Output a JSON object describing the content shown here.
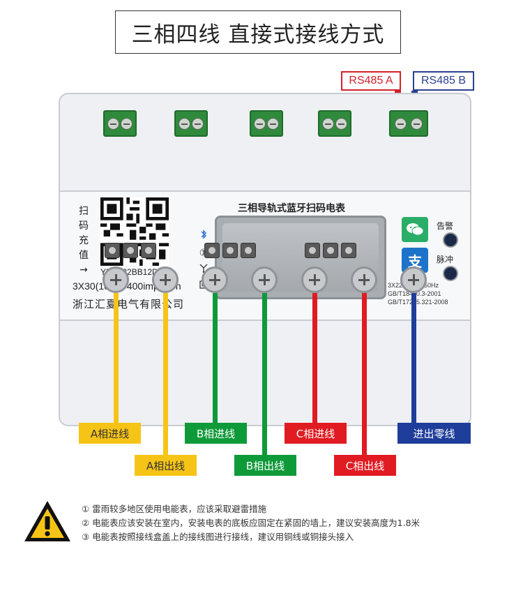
{
  "title": "三相四线 直接式接线方式",
  "rs485": {
    "a": "RS485 A",
    "b": "RS485 B"
  },
  "meter": {
    "scan_text": [
      "扫",
      "码",
      "充",
      "值"
    ],
    "scan_arrow": "→",
    "code_id": "YM0022BB12D1",
    "rating": "3X30(100)A  400imp/kWh",
    "maker": "浙江汇夏电气有限公司",
    "name": "三相导轨式蓝牙扫码电表",
    "led_alarm": "告警",
    "led_pulse": "脉冲",
    "specs": [
      "3X220/380V  50Hz",
      "GB/T18460.3-2001",
      "GB/T17215.321-2008"
    ],
    "alipay_glyph": "支"
  },
  "wires": {
    "a_in": "A相进线",
    "a_out": "A相出线",
    "b_in": "B相进线",
    "b_out": "B相出线",
    "c_in": "C相进线",
    "c_out": "C相出线",
    "n": "进出零线"
  },
  "colors": {
    "phase_a": "#f6c417",
    "phase_b": "#0f9a3a",
    "phase_c": "#e11b22",
    "neutral": "#1f3d9a",
    "rs485_a": "#d3202a",
    "rs485_b": "#2a3f8f"
  },
  "notes": [
    "① 雷雨较多地区使用电能表，应该采取避雷措施",
    "② 电能表应该安装在室内，安装电表的底板应固定在紧固的墙上，建议安装高度为1.8米",
    "③ 电能表按照接线盒盖上的接线图进行接线，建议用铜线或铜接头接入"
  ]
}
